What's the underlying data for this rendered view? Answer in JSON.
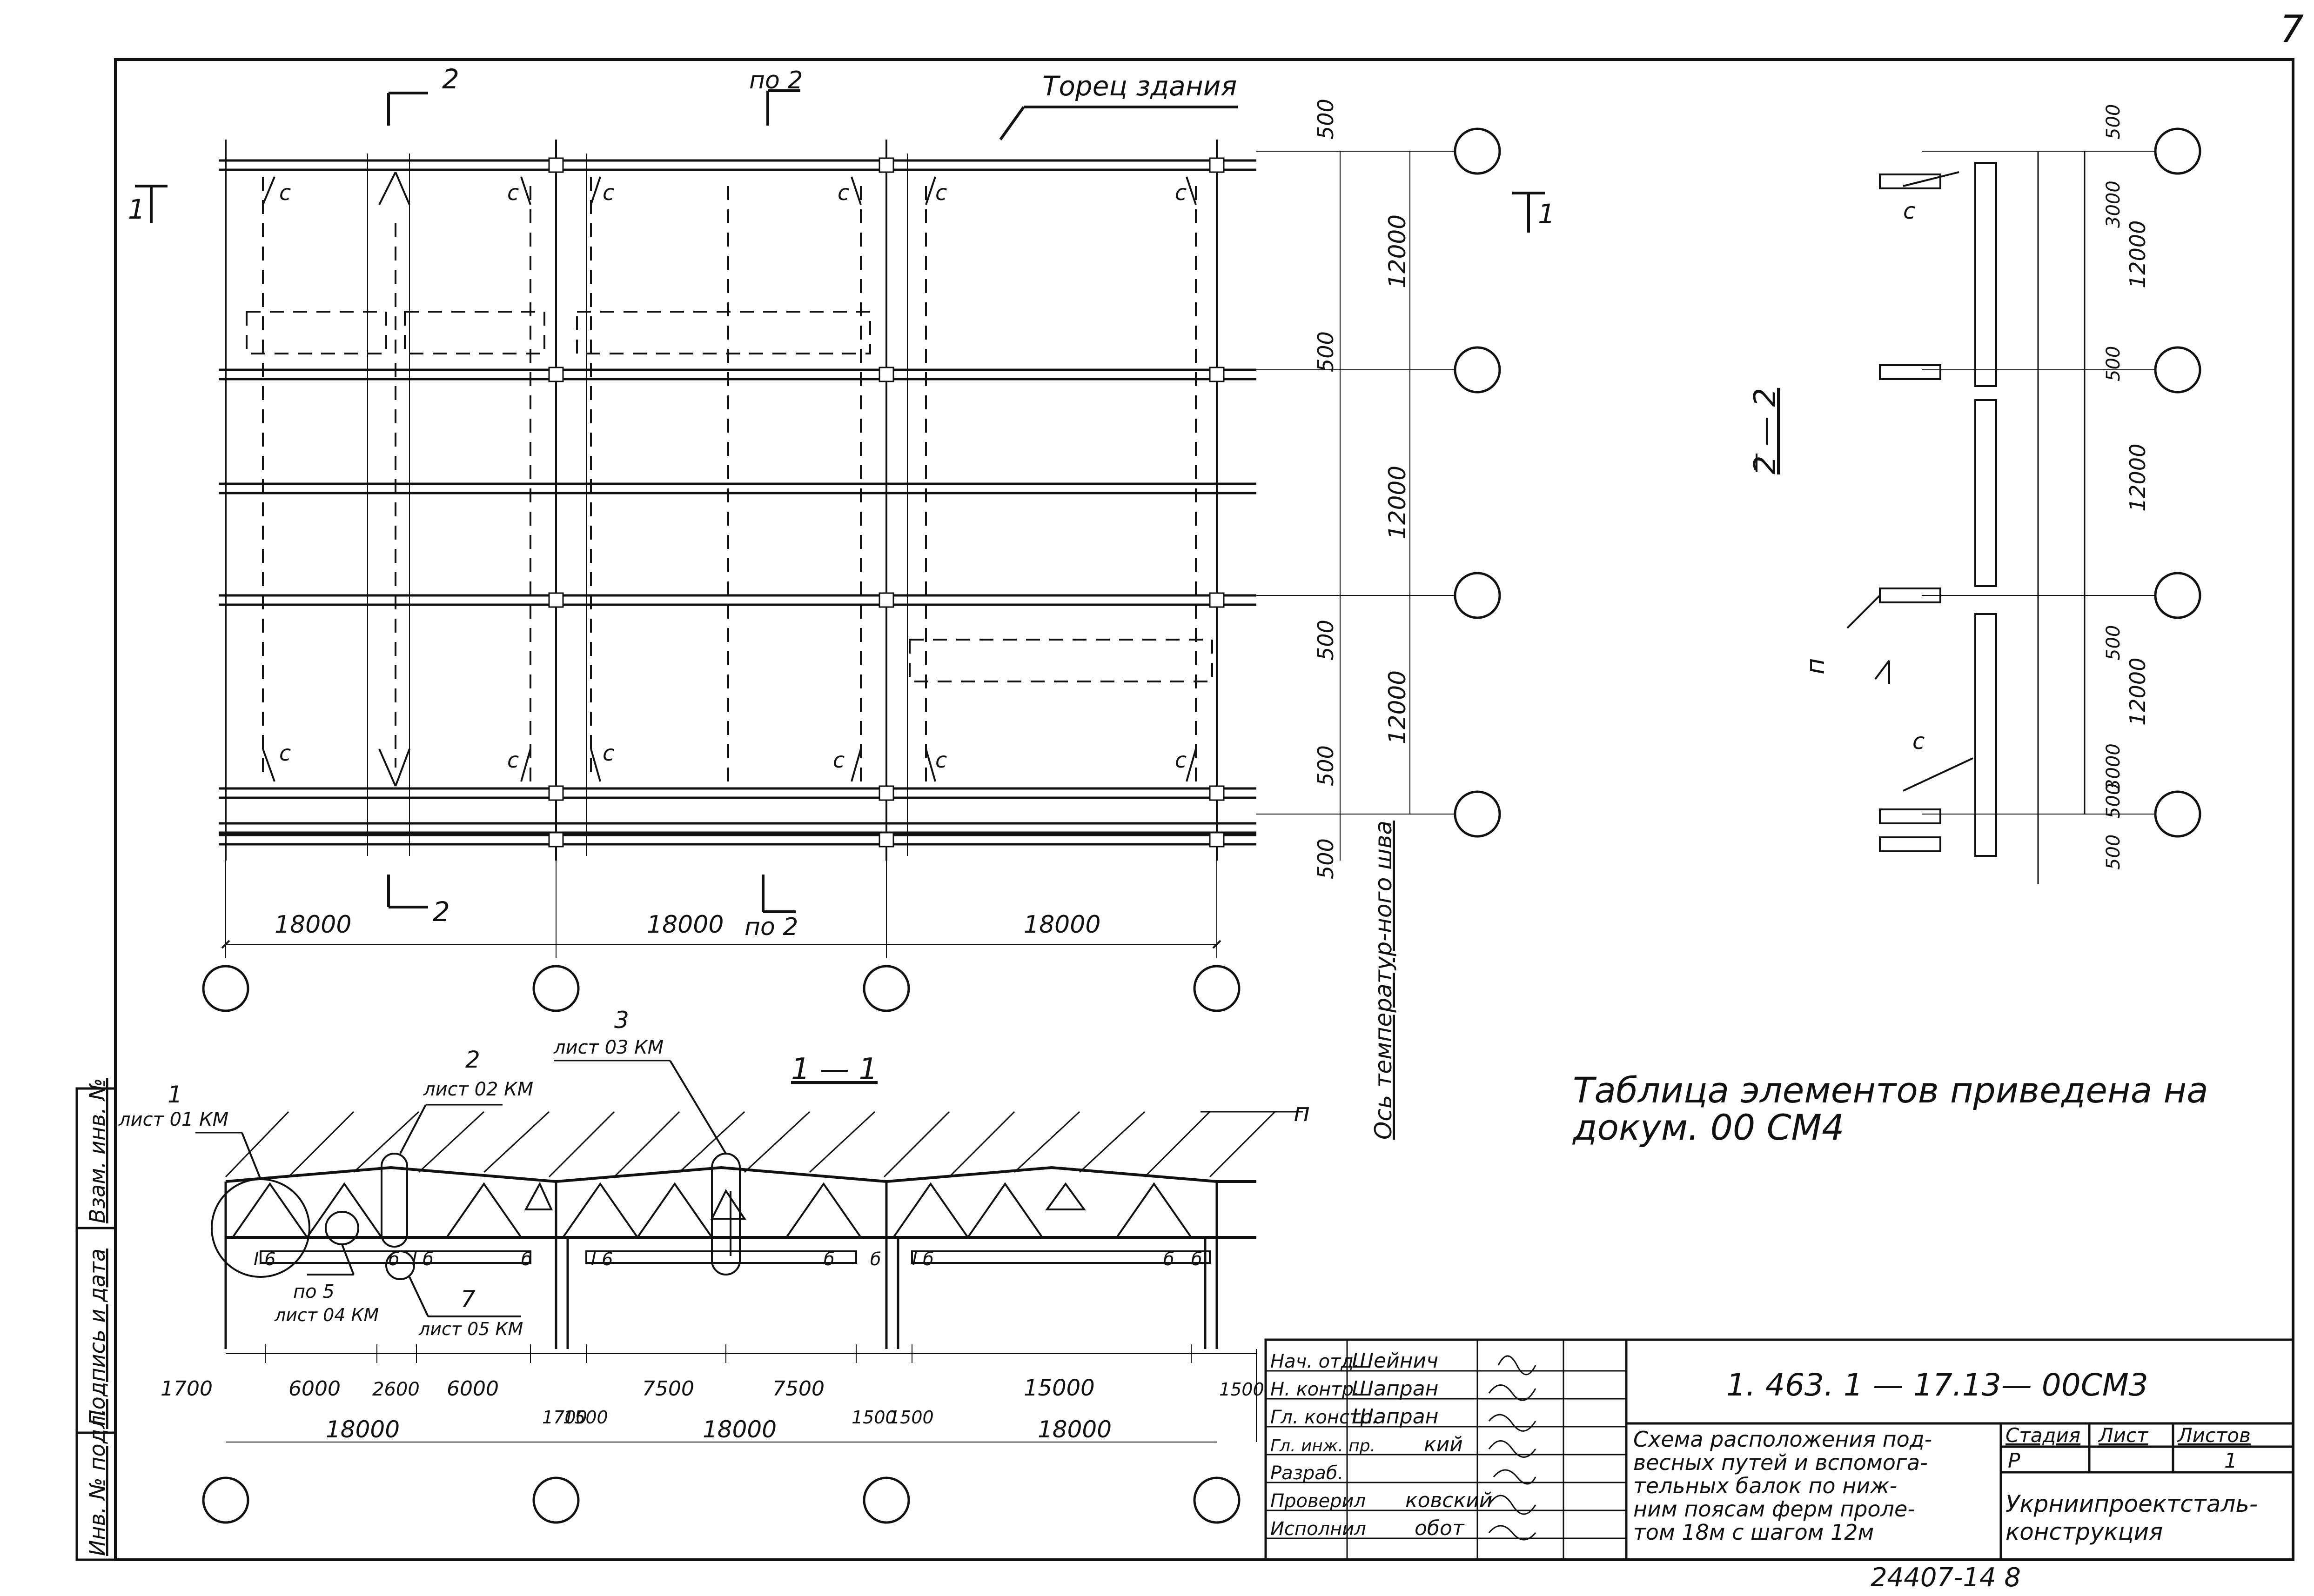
{
  "page_number": "7",
  "plan": {
    "label_torets": "Торец здания",
    "section_22_top": "2",
    "section_22_bottom": "2",
    "po2_top": "по 2",
    "po2_bottom": "по 2",
    "section_11_left": "1",
    "section_11_right": "1",
    "member_c": "с",
    "dims_right": [
      "500",
      "12000",
      "500",
      "12000",
      "500",
      "12000",
      "500",
      "500"
    ],
    "dims_bottom": [
      "18000",
      "18000",
      "18000"
    ],
    "axis_label": "Ось температур-ного шва"
  },
  "section_2_2": {
    "title": "2 — 2",
    "dims": [
      "500",
      "3000",
      "12000",
      "500",
      "12000",
      "500",
      "12000",
      "3000",
      "500",
      "500"
    ],
    "label_c": "с",
    "label_p": "п"
  },
  "section_1_1": {
    "title": "1 — 1",
    "label_p": "п",
    "callouts": [
      {
        "num": "1",
        "sheet": "лист 01 КМ"
      },
      {
        "num": "2",
        "sheet": "лист 02 КМ"
      },
      {
        "num": "3",
        "sheet": "лист 03 КМ"
      }
    ],
    "callout_po5": "по 5",
    "callout_po5_sheet": "лист 04 КМ",
    "callout_7": "7",
    "callout_7_sheet": "лист 05 КМ",
    "beam_marks": [
      "I 6",
      "б",
      "I б",
      "б",
      "б",
      "I 6",
      "б",
      "I б",
      "б",
      "б"
    ],
    "dims_detail": [
      "1700",
      "6000",
      "2600",
      "6000",
      "1700",
      "1500",
      "7500",
      "7500",
      "1500",
      "1500",
      "15000",
      "1500"
    ],
    "dims_total": [
      "18000",
      "18000",
      "18000"
    ]
  },
  "note": {
    "line1": "Таблица элементов приведена на",
    "line2": "докум. 00 СМ4"
  },
  "side_stamp": [
    "Взам. инв. №",
    "Подпись и дата",
    "Инв. № подл."
  ],
  "title_block": {
    "roles": [
      "Нач. отд.",
      "Н. контр.",
      "Гл. констр.",
      "Гл. инж. пр.",
      "Разраб.",
      "Проверил",
      "Исполнил"
    ],
    "names": [
      "Шейнич",
      "Шапран",
      "Шапран",
      "кий",
      "",
      "ковский",
      "обот"
    ],
    "doc_code": "1. 463. 1 — 17.13— 00СМ3",
    "description": [
      "Схема расположения под-",
      "весных путей и вспомога-",
      "тельных балок по ниж-",
      "ним поясам ферм проле-",
      "том 18м с шагом 12м"
    ],
    "col_stage": "Стадия",
    "col_sheet": "Лист",
    "col_sheets": "Листов",
    "val_stage": "Р",
    "val_sheet": "",
    "val_sheets": "1",
    "org": [
      "Укрниипроектсталь-",
      "конструкция"
    ]
  },
  "bottom_code": "24407-14   8"
}
